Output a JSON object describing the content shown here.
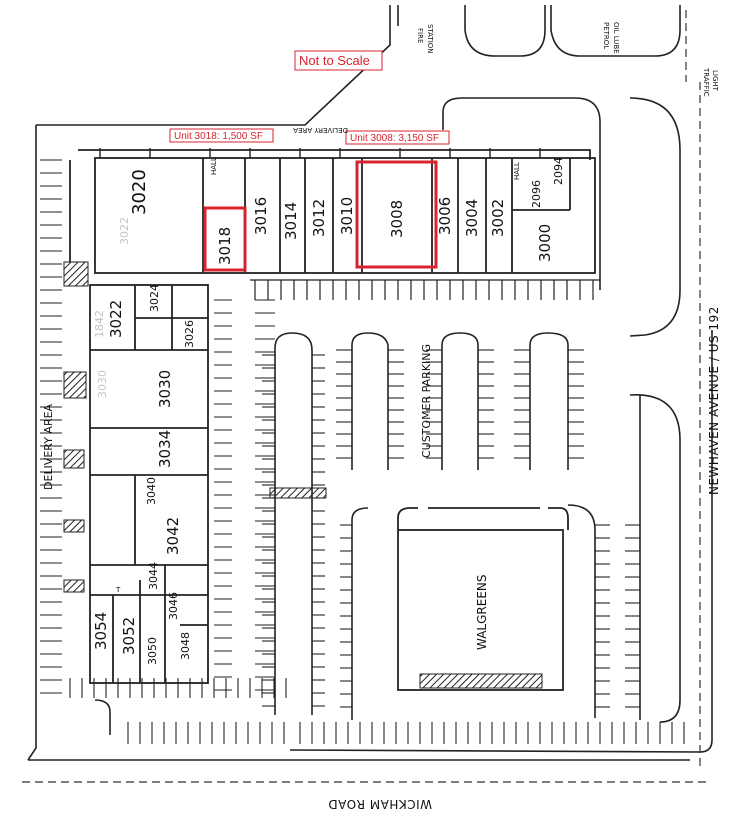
{
  "map": {
    "scale_note": "Not to Scale",
    "highlight_color": "#d9232f",
    "callouts": {
      "unit_3018": "Unit 3018: 1,500 SF",
      "unit_3008": "Unit 3008: 3,150 SF"
    },
    "roads": {
      "east": "NEWHAVEN AVENUE / US 192",
      "south": "WICKHAM ROAD"
    },
    "areas": {
      "fire_station": [
        "FIRE",
        "STATION"
      ],
      "petrol": [
        "PETROL",
        "OIL LUBE"
      ],
      "traffic": [
        "TRAFFIC",
        "LIGHT"
      ],
      "delivery_area_top": "DELIVERY AREA",
      "delivery_area_west": "DELIVERY AREA",
      "customer_parking": "CUSTOMER PARKING",
      "anchor_store": "WALGREENS"
    },
    "units": {
      "u3020": "3020",
      "u3018": "3018",
      "u3016": "3016",
      "u3014": "3014",
      "u3012": "3012",
      "u3010": "3010",
      "u3008": "3008",
      "u3006": "3006",
      "u3004": "3004",
      "u3002": "3002",
      "u3000": "3000",
      "u2096": "2096",
      "u2094": "2094",
      "u3022": "3022",
      "u3024": "3024",
      "u3026": "3026",
      "u3030": "3030",
      "u3034": "3034",
      "u3040": "3040",
      "u3042": "3042",
      "u3044": "3044",
      "u3046": "3046",
      "u3048": "3048",
      "u3050": "3050",
      "u3052": "3052",
      "u3054": "3054"
    },
    "faint_marks": {
      "m3020": "3022",
      "m3022": "1842",
      "m3030": "3030"
    },
    "small_marks": {
      "hall1": "HALL",
      "hall2": "HALL",
      "h3": "T"
    }
  }
}
